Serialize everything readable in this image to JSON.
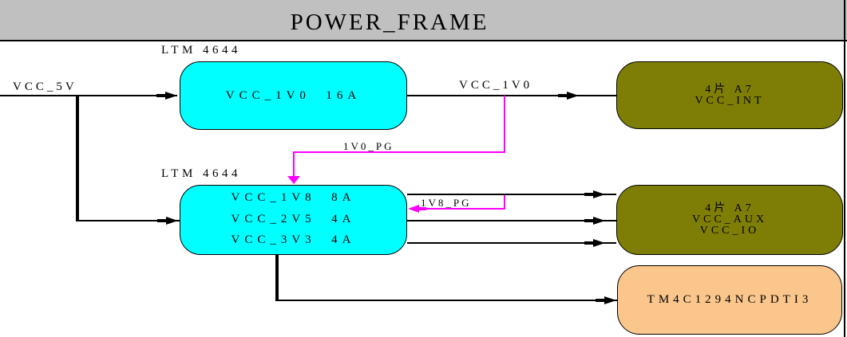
{
  "title": "POWER_FRAME",
  "colors": {
    "titlebar": "#c0c0c0",
    "regulator_box": "#00ffff",
    "load_box": "#7e7e06",
    "mcu_box": "#fac68c",
    "wire": "#000000",
    "power_good_wire": "#ff00ff"
  },
  "nets": {
    "input": "VCC_5V",
    "vcc_1v0": "VCC_1V0",
    "pg_1v0": "1V0_PG",
    "pg_1v8": "1V8_PG"
  },
  "blocks": {
    "reg1": {
      "chip": "LTM 4644",
      "line1": "VCC_1V0  16A"
    },
    "reg2": {
      "chip": "LTM 4644",
      "line1": "VCC_1V8  8A",
      "line2": "VCC_2V5  4A",
      "line3": "VCC_3V3  4A"
    },
    "load_int": {
      "line1": "4片 A7",
      "line2": "VCC_INT"
    },
    "load_aux": {
      "line1": "4片 A7",
      "line2": "VCC_AUX",
      "line3": "VCC_IO"
    },
    "mcu": {
      "line1": "TM4C1294NCPDTI3"
    }
  }
}
